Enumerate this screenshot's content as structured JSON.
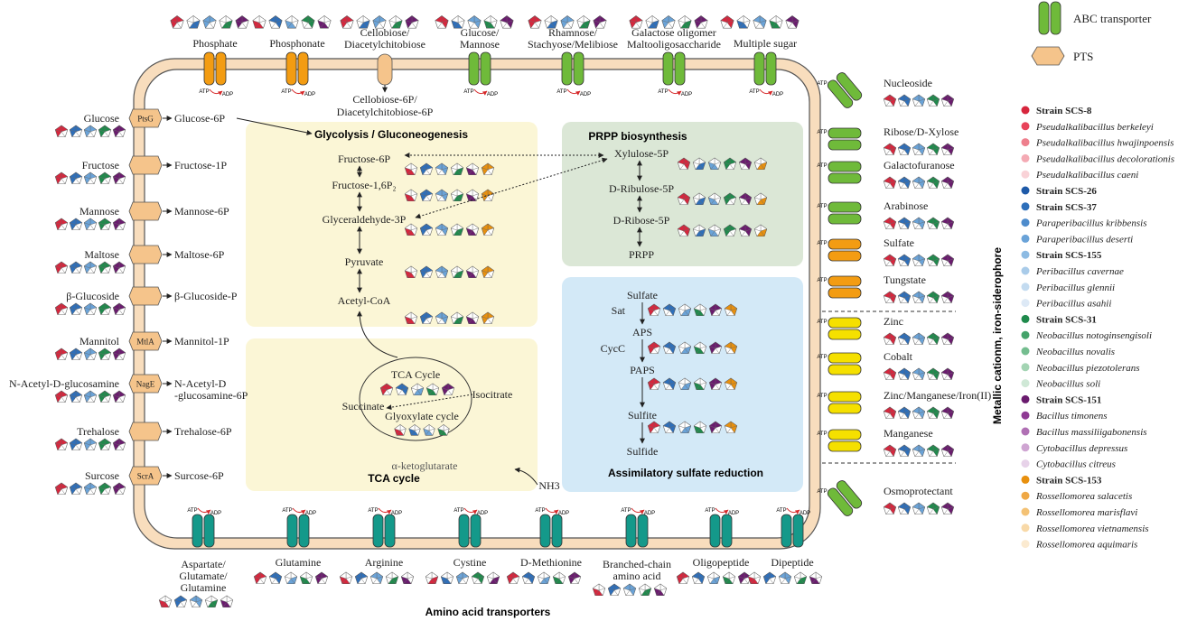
{
  "transporters_top": [
    {
      "label": "Phosphate",
      "kind": "orange"
    },
    {
      "label": "Phosphonate",
      "kind": "orange"
    },
    {
      "label": "Cellobiose/\nDiacetylchitobiose",
      "kind": "pts"
    },
    {
      "label": "Glucose/\nMannose",
      "kind": "green"
    },
    {
      "label": "Rhamnose/\nStachyose/Melibiose",
      "kind": "green"
    },
    {
      "label": "Galactose oligomer\nMaltooligosaccharide",
      "kind": "green"
    },
    {
      "label": "Multiple sugar",
      "kind": "green"
    }
  ],
  "cellobiose_product": "Cellobiose-6P/\nDiacetylchitobiose-6P",
  "atp": "ATP",
  "adp": "ADP",
  "pts_left": [
    {
      "substrate": "Glucose",
      "enzyme": "PtsG",
      "product": "Glucose-6P"
    },
    {
      "substrate": "Fructose",
      "enzyme": "",
      "product": "Fructose-1P"
    },
    {
      "substrate": "Mannose",
      "enzyme": "",
      "product": "Mannose-6P"
    },
    {
      "substrate": "Maltose",
      "enzyme": "",
      "product": "Maltose-6P"
    },
    {
      "substrate": "β-Glucoside",
      "enzyme": "",
      "product": "β-Glucoside-P"
    },
    {
      "substrate": "Mannitol",
      "enzyme": "MtlA",
      "product": "Mannitol-1P"
    },
    {
      "substrate": "N-Acetyl-D-glucosamine",
      "enzyme": "NagE",
      "product": "N-Acetyl-D\n-glucosamine-6P"
    },
    {
      "substrate": "Trehalose",
      "enzyme": "",
      "product": "Trehalose-6P"
    },
    {
      "substrate": "Surcose",
      "enzyme": "ScrA",
      "product": "Surcose-6P"
    }
  ],
  "glycolysis": {
    "title": "Glycolysis / Gluconeogenesis",
    "metabolites": [
      "Fructose-6P",
      "Fructose-1,6P₂",
      "Glyceraldehyde-3P",
      "Pyruvate",
      "Acetyl-CoA"
    ]
  },
  "prpp": {
    "title": "PRPP biosynthesis",
    "metabolites": [
      "Xylulose-5P",
      "D-Ribulose-5P",
      "D-Ribose-5P",
      "PRPP"
    ]
  },
  "tca": {
    "title": "TCA cycle",
    "cycle_label": "TCA Cycle",
    "glyoxylate_label": "Glyoxylate cycle",
    "isocitrate": "Isocitrate",
    "succinate": "Succinate",
    "akg": "α-ketoglutarate",
    "nh3": "NH3"
  },
  "sulfate": {
    "title": "Assimilatory sulfate reduction",
    "metabolites": [
      "Sulfate",
      "APS",
      "PAPS",
      "Sulfite",
      "Sulfide"
    ],
    "enzymes": [
      "Sat",
      "CycC"
    ]
  },
  "transporters_right": [
    {
      "label": "Nucleoside",
      "kind": "green"
    },
    {
      "label": "Ribose/D-Xylose",
      "kind": "green"
    },
    {
      "label": "Galactofuranose",
      "kind": "green"
    },
    {
      "label": "Arabinose",
      "kind": "green"
    },
    {
      "label": "Sulfate",
      "kind": "orange"
    },
    {
      "label": "Tungstate",
      "kind": "orange"
    },
    {
      "label": "Zinc",
      "kind": "yellow"
    },
    {
      "label": "Cobalt",
      "kind": "yellow"
    },
    {
      "label": "Zinc/Manganese/Iron(II)",
      "kind": "yellow"
    },
    {
      "label": "Manganese",
      "kind": "yellow"
    },
    {
      "label": "Osmoprotectant",
      "kind": "green"
    }
  ],
  "metal_side_label": "Metallic cationm, iron-siderophore",
  "transporters_bottom": [
    {
      "label": "Aspartate/\nGlutamate/\nGlutamine"
    },
    {
      "label": "Glutamine"
    },
    {
      "label": "Arginine"
    },
    {
      "label": "Cystine"
    },
    {
      "label": "D-Methionine"
    },
    {
      "label": "Branched-chain\namino acid"
    },
    {
      "label": "Oligopeptide"
    },
    {
      "label": "Dipeptide"
    }
  ],
  "amino_title": "Amino acid transporters",
  "legend": {
    "abc": "ABC transporter",
    "pts": "PTS",
    "strains": [
      {
        "name": "Strain SCS-8",
        "bold": true,
        "color": "#d7263d"
      },
      {
        "name": "Pseudalkalibacillus berkeleyi",
        "bold": false,
        "color": "#e8435a"
      },
      {
        "name": "Pseudalkalibacillus hwajinpoensis",
        "bold": false,
        "color": "#ee7f8d"
      },
      {
        "name": "Pseudalkalibacillus decolorationis",
        "bold": false,
        "color": "#f4aab4"
      },
      {
        "name": "Pseudalkalibacillus caeni",
        "bold": false,
        "color": "#f9d2d7"
      },
      {
        "name": "Strain SCS-26",
        "bold": true,
        "color": "#1e5aa8"
      },
      {
        "name": "Strain SCS-37",
        "bold": true,
        "color": "#2e6fba"
      },
      {
        "name": "Paraperibacillus kribbensis",
        "bold": false,
        "color": "#4e8ccc"
      },
      {
        "name": "Paraperibacillus deserti",
        "bold": false,
        "color": "#6aa3d8"
      },
      {
        "name": "Strain SCS-155",
        "bold": true,
        "color": "#8dbbe3"
      },
      {
        "name": "Peribacillus cavernae",
        "bold": false,
        "color": "#a9cbe9"
      },
      {
        "name": "Peribacillus glennii",
        "bold": false,
        "color": "#c3dbf0"
      },
      {
        "name": "Peribacillus asahii",
        "bold": false,
        "color": "#dde9f6"
      },
      {
        "name": "Strain SCS-31",
        "bold": true,
        "color": "#1f8a4c"
      },
      {
        "name": "Neobacillus notoginsengisoli",
        "bold": false,
        "color": "#44a36a"
      },
      {
        "name": "Neobacillus novalis",
        "bold": false,
        "color": "#74bd8f"
      },
      {
        "name": "Neobacillus piezotolerans",
        "bold": false,
        "color": "#a3d4b3"
      },
      {
        "name": "Neobacillus soli",
        "bold": false,
        "color": "#cfe8d6"
      },
      {
        "name": "Strain SCS-151",
        "bold": true,
        "color": "#6a1b6e"
      },
      {
        "name": "Bacillus timonens",
        "bold": false,
        "color": "#8f3a94"
      },
      {
        "name": "Bacillus massiliigabonensis",
        "bold": false,
        "color": "#b070b4"
      },
      {
        "name": "Cytobacillus depressus",
        "bold": false,
        "color": "#cfa5d2"
      },
      {
        "name": "Cytobacillus citreus",
        "bold": false,
        "color": "#e7d2e9"
      },
      {
        "name": "Strain SCS-153",
        "bold": true,
        "color": "#e8900e"
      },
      {
        "name": "Rossellomorea salacetis",
        "bold": false,
        "color": "#efa845"
      },
      {
        "name": "Rossellomorea marisflavi",
        "bold": false,
        "color": "#f4c275"
      },
      {
        "name": "Rossellomorea vietnamensis",
        "bold": false,
        "color": "#f8d9a8"
      },
      {
        "name": "Rossellomorea aquimaris",
        "bold": false,
        "color": "#fbead0"
      }
    ]
  },
  "colors": {
    "membrane": "#f8ddbd",
    "membrane_edge": "#555555",
    "abc_green": "#6fba3a",
    "pts_fill": "#f5c48b",
    "orange": "#f39c12",
    "yellow": "#f5e000",
    "teal": "#14998a",
    "glyco_bg": "#fbf6d6",
    "prpp_bg": "#dbe7d6",
    "sulfate_bg": "#d3e9f7",
    "tca_bg": "#fbf6d6"
  }
}
